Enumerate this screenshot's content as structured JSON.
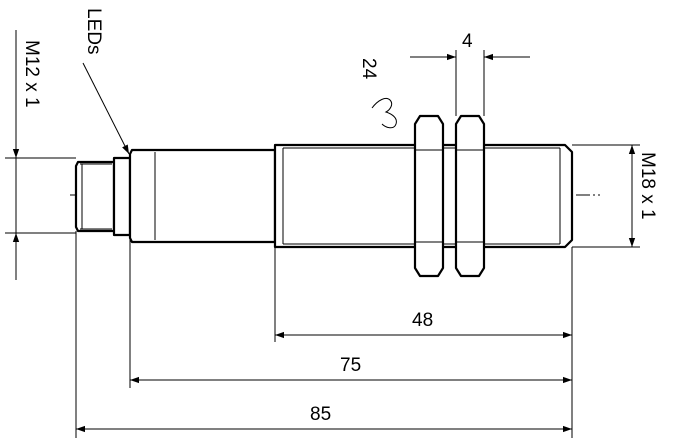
{
  "labels": {
    "thread_small": "M12 x 1",
    "thread_large": "M18 x 1",
    "leds": "LEDs",
    "wrench_size": "24",
    "nut_width": "4",
    "dim_48": "48",
    "dim_75": "75",
    "dim_85": "85"
  },
  "icons": {
    "wrench": "wrench-icon"
  }
}
